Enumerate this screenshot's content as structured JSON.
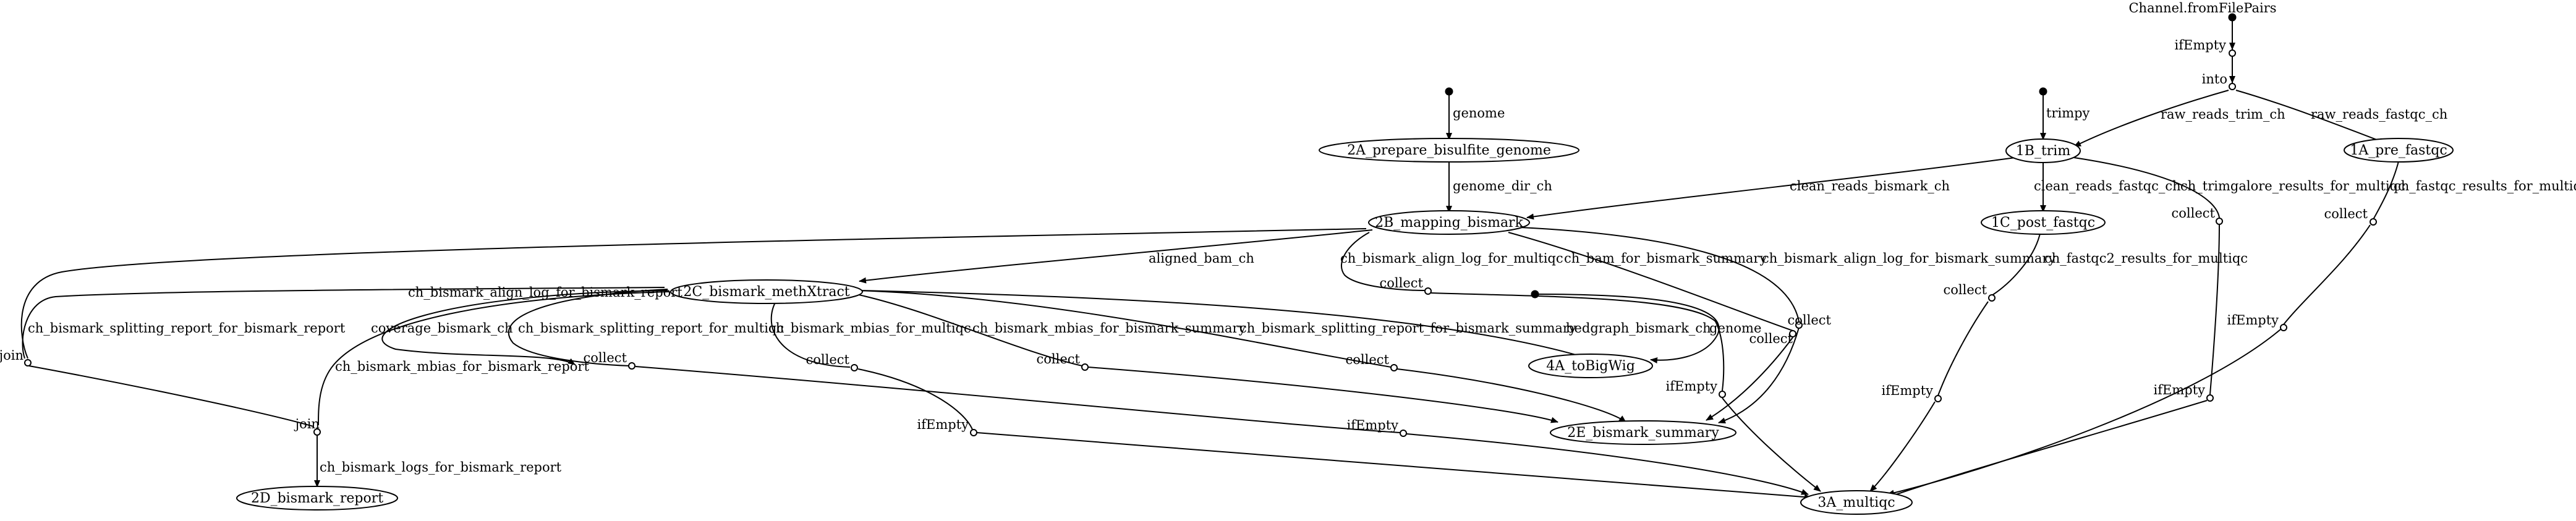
{
  "graph": {
    "channel_source_label": "Channel.fromFilePairs",
    "processes": {
      "pre_fastqc": "1A_pre_fastqc",
      "trim": "1B_trim",
      "post_fastqc": "1C_post_fastqc",
      "prepare_genome": "2A_prepare_bisulfite_genome",
      "mapping": "2B_mapping_bismark",
      "methxtract": "2C_bismark_methXtract",
      "report": "2D_bismark_report",
      "summary": "2E_bismark_summary",
      "multiqc": "3A_multiqc",
      "tobigwig": "4A_toBigWig"
    },
    "operators": {
      "ifempty": "ifEmpty",
      "into": "into",
      "collect": "collect",
      "join": "join"
    },
    "edge_labels": {
      "raw_reads_trim": "raw_reads_trim_ch",
      "raw_reads_fastqc": "raw_reads_fastqc_ch",
      "trimpy": "trimpy",
      "genome": "genome",
      "genome_dir": "genome_dir_ch",
      "clean_reads_bismark": "clean_reads_bismark_ch",
      "clean_reads_fastqc": "clean_reads_fastqc_ch",
      "trimgalore_results": "ch_trimgalore_results_for_multiqc",
      "fastqc_results": "ch_fastqc_results_for_multiqc",
      "fastqc2_results": "ch_fastqc2_results_for_multiqc",
      "aligned_bam": "aligned_bam_ch",
      "align_log_multiqc": "ch_bismark_align_log_for_multiqc",
      "bam_summary": "ch_bam_for_bismark_summary",
      "align_log_summary": "ch_bismark_align_log_for_bismark_summary",
      "align_log_report": "ch_bismark_align_log_for_bismark_report",
      "splitting_report_report": "ch_bismark_splitting_report_for_bismark_report",
      "coverage": "coverage_bismark_ch",
      "splitting_report_multiqc": "ch_bismark_splitting_report_for_multiqc",
      "mbias_multiqc": "ch_bismark_mbias_for_multiqc",
      "mbias_summary": "ch_bismark_mbias_for_bismark_summary",
      "splitting_report_summary": "ch_bismark_splitting_report_for_bismark_summary",
      "bedgraph": "bedgraph_bismark_ch",
      "mbias_report": "ch_bismark_mbias_for_bismark_report",
      "logs_report": "ch_bismark_logs_for_bismark_report"
    }
  }
}
